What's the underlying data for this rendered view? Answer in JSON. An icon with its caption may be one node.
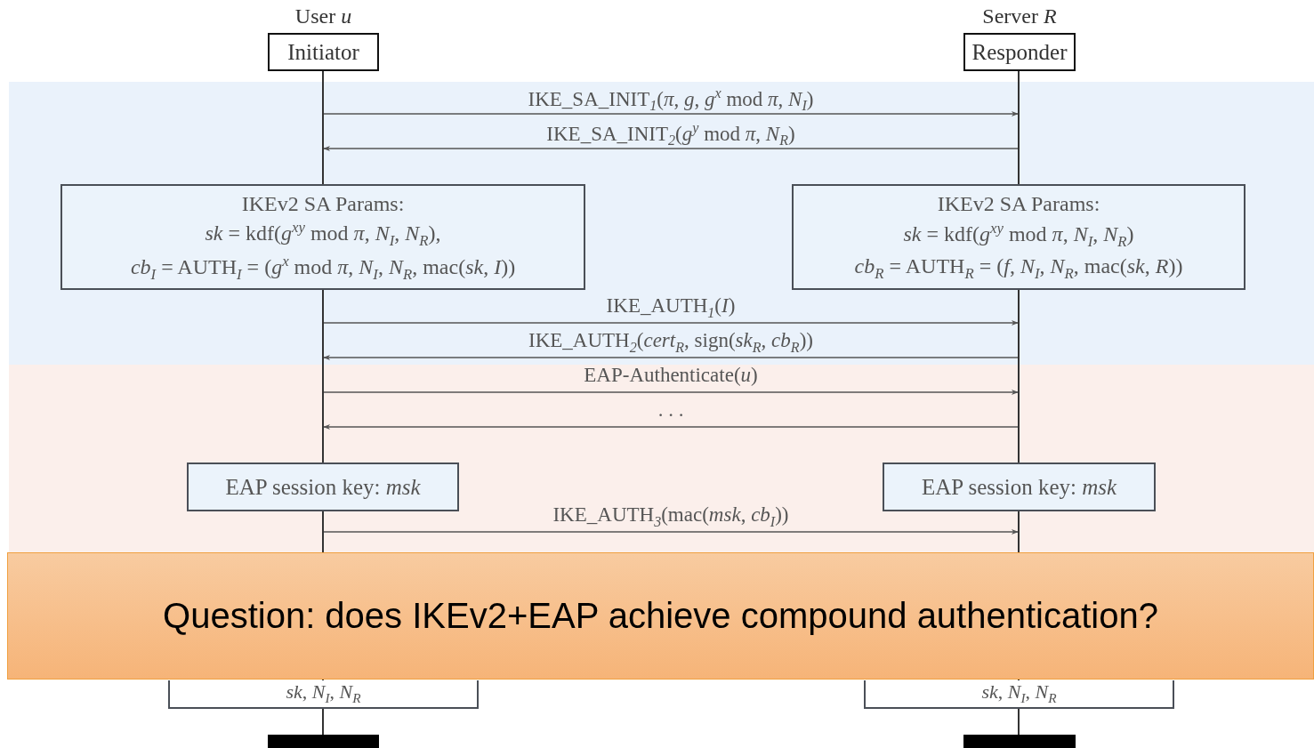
{
  "diagram": {
    "nodes": [
      {
        "text": [
          "User *u*",
          "Initiator"
        ]
      },
      {
        "text": [
          "Server *R*",
          "Responder"
        ]
      },
      {
        "text": [
          "IKEv2 SA Params:",
          "*sk* = kdf(*g*$^{xy}$ mod *π*, *N*$_{I}$, *N*$_{R}$),",
          "*cb*$_{I}$ = AUTH$_{I}$ = (*g*$^{x}$ mod *π*, *N*$_{I}$, *N*$_{R}$, mac(*sk*, *I*))"
        ]
      },
      {
        "text": [
          "IKEv2 SA Params:",
          "*sk* = kdf(*g*$^{xy}$ mod *π*, *N*$_{I}$, *N*$_{R}$)",
          "*cb*$_{R}$ = AUTH$_{R}$ = (*f*, *N*$_{I}$, *N*$_{R}$, mac(*sk*, *R*))"
        ]
      },
      {
        "text": [
          "EAP session key: *msk*"
        ]
      },
      {
        "text": [
          "EAP session key: *msk*"
        ]
      },
      {
        "text": [
          "*sk*, *N*$_{I}$, *N*$_{R}$"
        ]
      },
      {
        "text": [
          "*sk*, *N*$_{I}$, *N*$_{R}$"
        ]
      },
      {
        "text": [],
        "shape": "bar"
      },
      {
        "text": [],
        "shape": "bar"
      },
      {
        "text": [
          "Question: does IKEv2+EAP achieve compound authentication?"
        ]
      },
      {
        "text": [],
        "shape": "line"
      },
      {
        "text": [],
        "shape": "line"
      },
      {
        "text": [],
        "shape": "line"
      },
      {
        "text": [],
        "shape": "line"
      },
      {
        "text": [],
        "shape": "line"
      },
      {
        "text": [],
        "shape": "line"
      },
      {
        "text": [],
        "shape": "line"
      },
      {
        "text": [],
        "shape": "line"
      }
    ],
    "edges": [
      {
        "from": 11,
        "to": 15,
        "arrow": "to",
        "label": "IKE_SA_INIT$_{1}$(*π*, *g*, *g*$^{x}$ mod *π*, *N*$_{I}$)"
      },
      {
        "from": 15,
        "to": 11,
        "arrow": "to",
        "label": "IKE_SA_INIT$_{2}$(*g*$^{y}$ mod *π*, *N*$_{R}$)"
      },
      {
        "from": 12,
        "to": 16,
        "arrow": "to",
        "label": "IKE_AUTH$_{1}$(*I*)"
      },
      {
        "from": 16,
        "to": 12,
        "arrow": "to",
        "label": "IKE_AUTH$_{2}$(*cert*$_{R}$, sign(*sk*$_{R}$, *cb*$_{R}$))"
      },
      {
        "from": 12,
        "to": 16,
        "arrow": "to",
        "label": "EAP-Authenticate(*u*)"
      },
      {
        "from": 16,
        "to": 12,
        "arrow": "to",
        "label": ". . ."
      },
      {
        "from": 13,
        "to": 17,
        "arrow": "to",
        "label": "IKE_AUTH$_{3}$(mac(*msk*, *cb*$_{I}$))"
      }
    ]
  }
}
